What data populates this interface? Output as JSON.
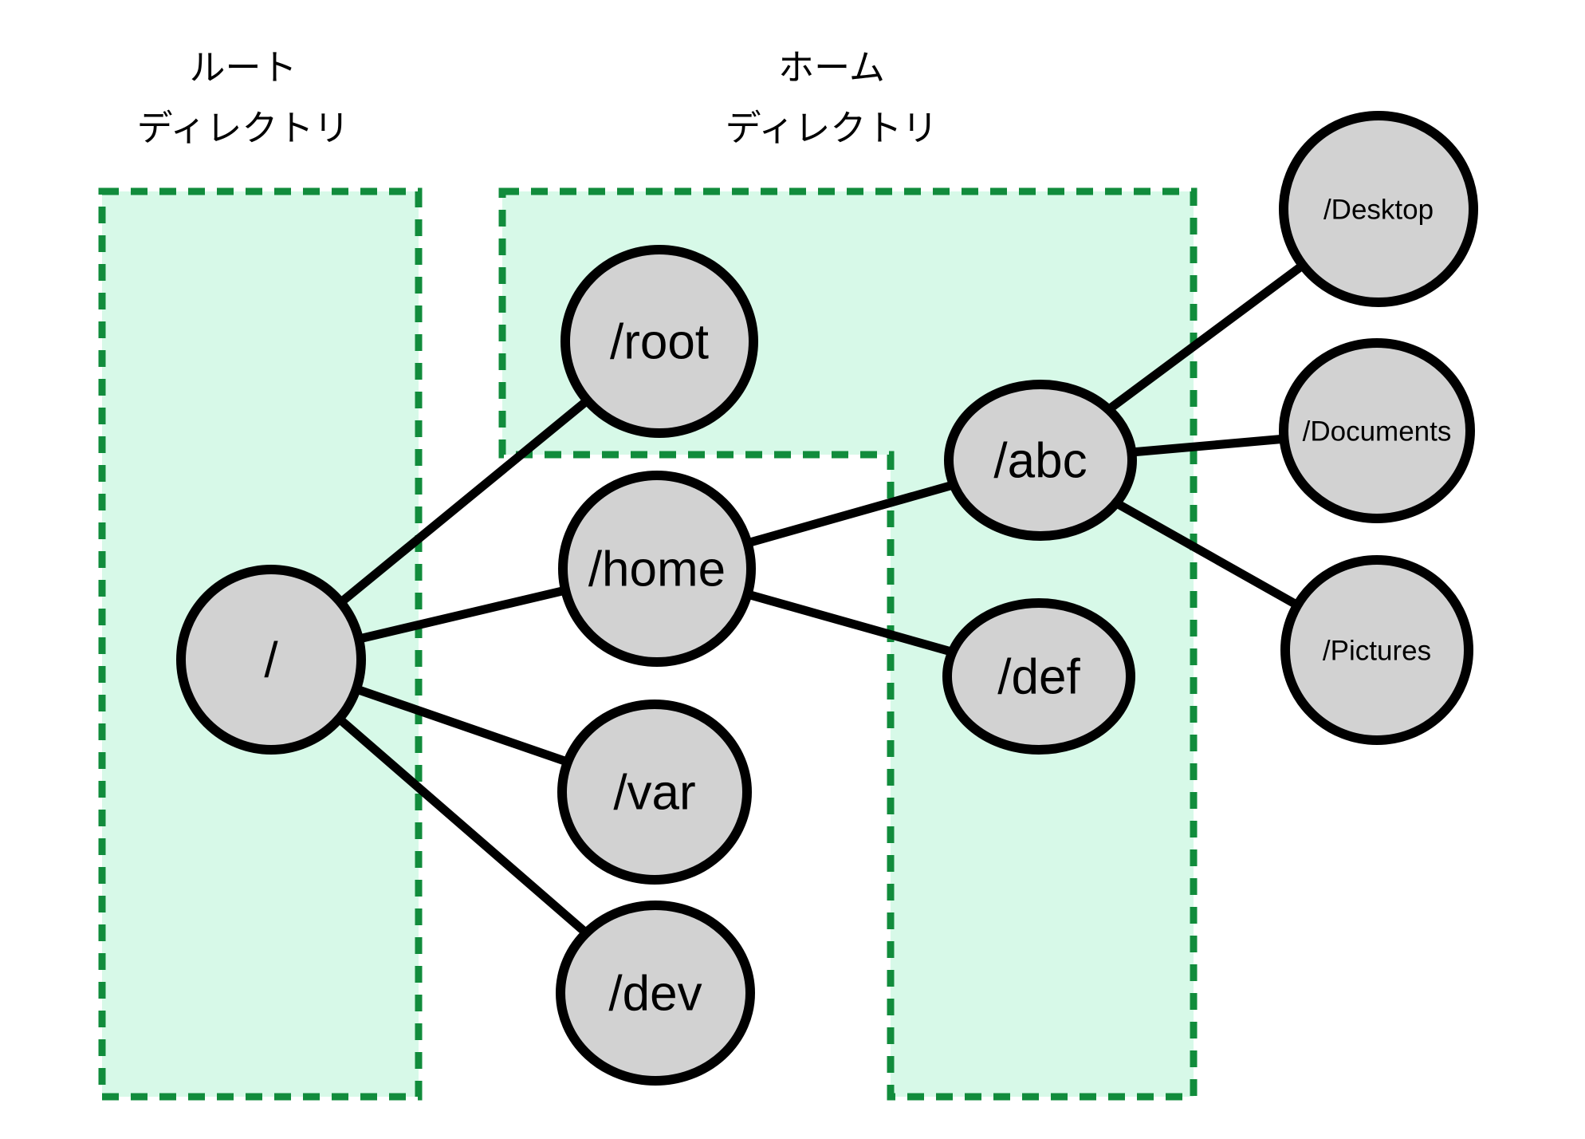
{
  "regions": [
    {
      "id": "root-directory",
      "title_line1": "ルート",
      "title_line2": "ディレクトリ"
    },
    {
      "id": "home-directory",
      "title_line1": "ホーム",
      "title_line2": "ディレクトリ"
    }
  ],
  "nodes": [
    {
      "id": "root",
      "label": "/"
    },
    {
      "id": "root-dir",
      "label": "/root"
    },
    {
      "id": "home",
      "label": "/home"
    },
    {
      "id": "var",
      "label": "/var"
    },
    {
      "id": "dev",
      "label": "/dev"
    },
    {
      "id": "abc",
      "label": "/abc"
    },
    {
      "id": "def",
      "label": "/def"
    },
    {
      "id": "desktop",
      "label": "/Desktop"
    },
    {
      "id": "documents",
      "label": "/Documents"
    },
    {
      "id": "pictures",
      "label": "/Pictures"
    }
  ],
  "edges": [
    {
      "from": "/",
      "to": "/root"
    },
    {
      "from": "/",
      "to": "/home"
    },
    {
      "from": "/",
      "to": "/var"
    },
    {
      "from": "/",
      "to": "/dev"
    },
    {
      "from": "/home",
      "to": "/abc"
    },
    {
      "from": "/home",
      "to": "/def"
    },
    {
      "from": "/abc",
      "to": "/Desktop"
    },
    {
      "from": "/abc",
      "to": "/Documents"
    },
    {
      "from": "/abc",
      "to": "/Pictures"
    }
  ],
  "colors": {
    "background": "#ffffff",
    "region_fill": "#d7f9e8",
    "region_border": "#118c3c",
    "node_fill": "#d2d2d2",
    "node_border": "#000000",
    "edge": "#000000",
    "text": "#000000"
  }
}
